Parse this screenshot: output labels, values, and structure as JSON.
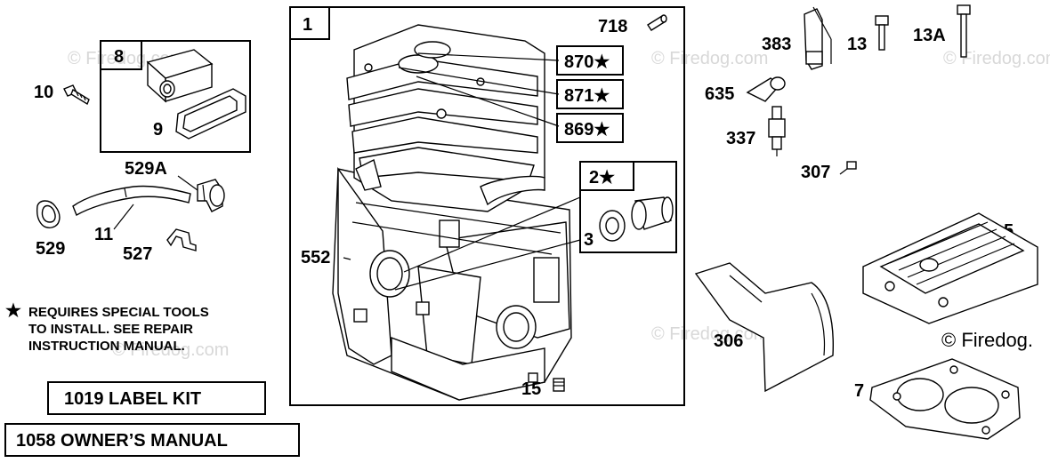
{
  "callouts": {
    "c10": "10",
    "c8": "8",
    "c9": "9",
    "c529A": "529A",
    "c529": "529",
    "c11": "11",
    "c527": "527",
    "c1": "1",
    "c718": "718",
    "c870": "870★",
    "c871": "871★",
    "c869": "869★",
    "c2": "2★",
    "c3": "3",
    "c552": "552",
    "c15": "15",
    "c383": "383",
    "c13": "13",
    "c13A": "13A",
    "c635": "635",
    "c337": "337",
    "c307": "307",
    "c5": "5",
    "c306": "306",
    "c7": "7"
  },
  "note": {
    "star": "★",
    "line1": "REQUIRES SPECIAL TOOLS",
    "line2": "TO INSTALL.  SEE REPAIR",
    "line3": "INSTRUCTION MANUAL."
  },
  "kits": {
    "label_kit": "1019 LABEL KIT",
    "owners_manual": "1058 OWNER’S MANUAL"
  },
  "watermark": {
    "text": "© Firedog.com",
    "corner": "© Firedog."
  }
}
